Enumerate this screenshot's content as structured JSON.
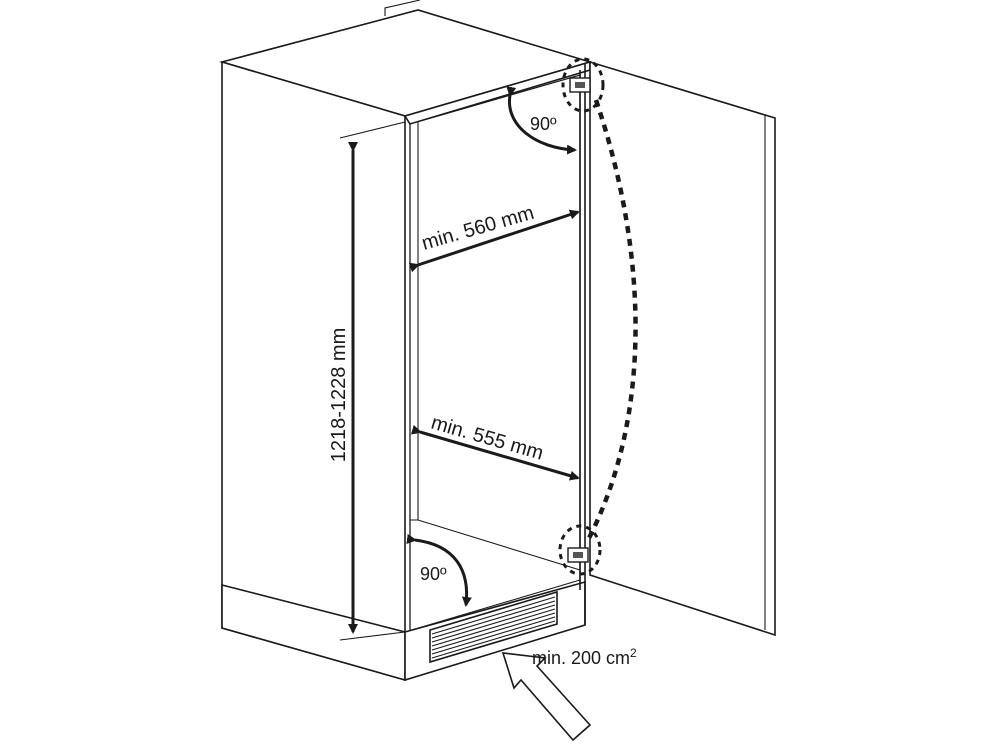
{
  "labels": {
    "height": "1218-1228 mm",
    "width_top": "min. 560 mm",
    "width_bottom": "min. 555 mm",
    "angle_top": "90º",
    "angle_bottom": "90º",
    "ventilation_base": "min. 200 cm",
    "ventilation_sup": "2"
  }
}
